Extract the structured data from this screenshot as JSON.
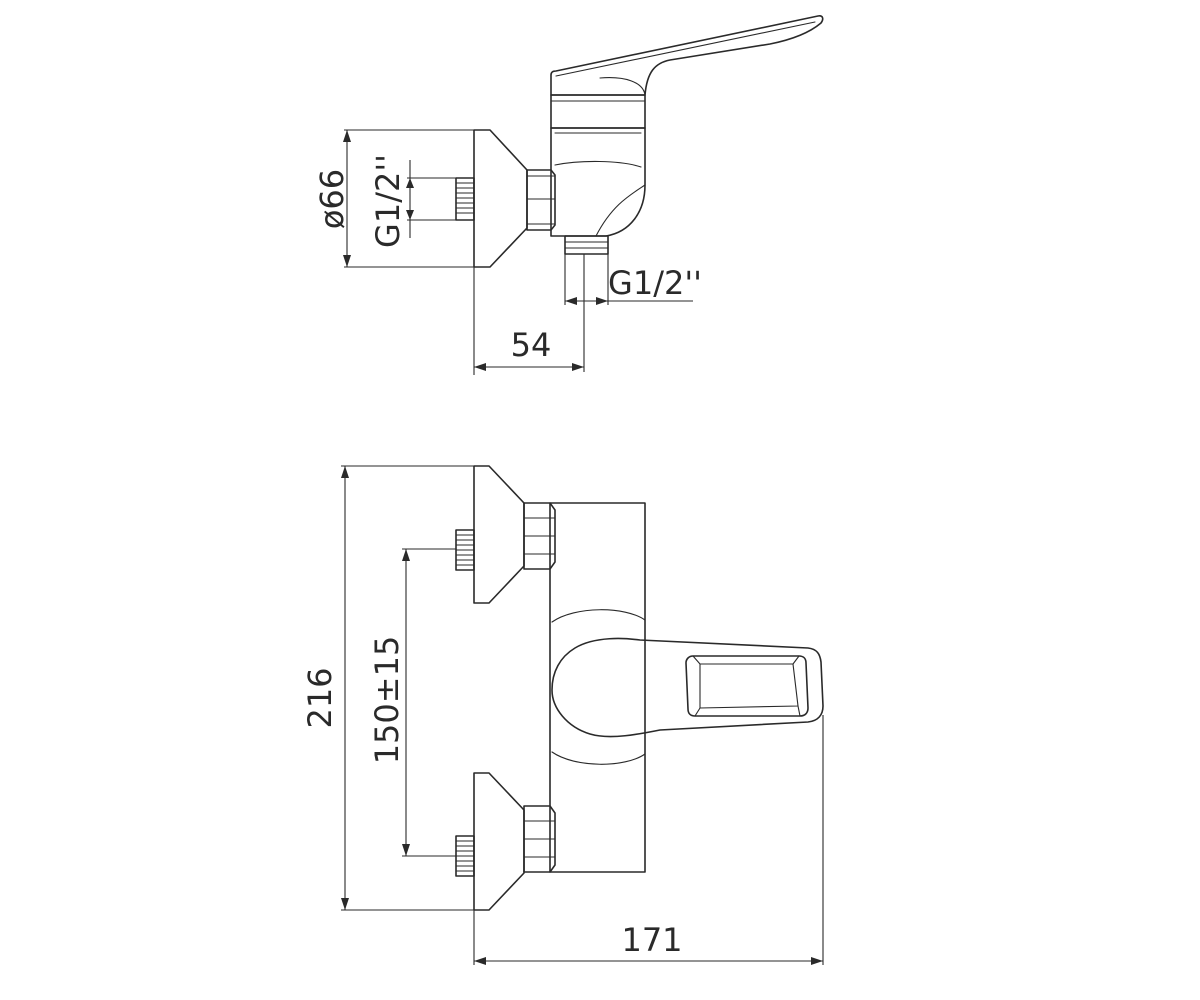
{
  "side_view": {
    "flange_diameter": "ø66",
    "inlet_thread": "G1/2''",
    "outlet_thread": "G1/2''",
    "projection": "54"
  },
  "front_view": {
    "height": "216",
    "inlet_spacing": "150±15",
    "width": "171"
  },
  "colors": {
    "line": "#2a2a2a",
    "background": "#ffffff"
  }
}
